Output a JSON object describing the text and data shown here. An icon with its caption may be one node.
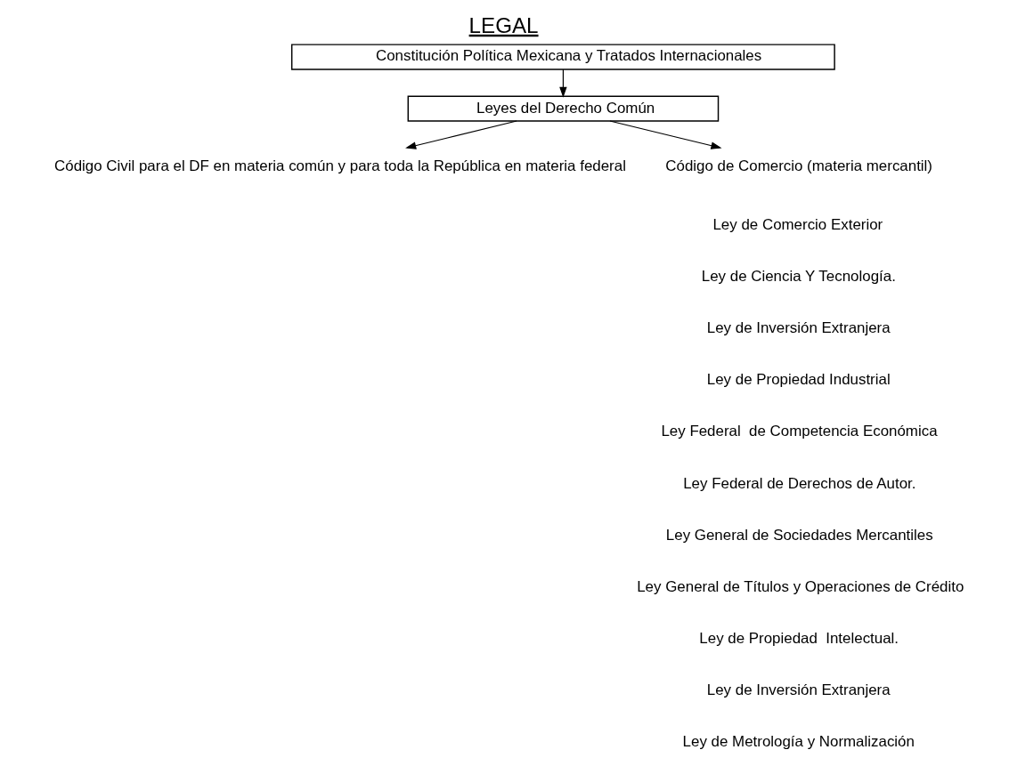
{
  "diagram": {
    "title": "LEGAL",
    "nodes": [
      {
        "text": [
          "Constitución Política Mexicana y Tratados Internacionales"
        ]
      },
      {
        "text": [
          "Leyes del Derecho Común"
        ]
      },
      {
        "text": [
          "Código Civil para el DF en materia común y para toda la República en materia federal"
        ]
      },
      {
        "text": [
          "Código de Comercio (materia mercantil)"
        ]
      }
    ],
    "edges": [
      {
        "from": 0,
        "to": 1,
        "arrow": "to"
      },
      {
        "from": 1,
        "to": 2,
        "arrow": "to"
      },
      {
        "from": 1,
        "to": 3,
        "arrow": "to"
      }
    ],
    "labels": [
      "Ley de Comercio Exterior",
      "Ley de Ciencia Y Tecnología.",
      "Ley de Inversión Extranjera",
      "Ley de Propiedad Industrial",
      "Ley Federal  de Competencia Económica",
      "Ley Federal de Derechos de Autor.",
      "Ley General de Sociedades Mercantiles",
      "Ley General de Títulos y Operaciones de Crédito",
      "Ley de Propiedad  Intelectual.",
      "Ley de Inversión Extranjera",
      "Ley de Metrología y Normalización"
    ]
  }
}
